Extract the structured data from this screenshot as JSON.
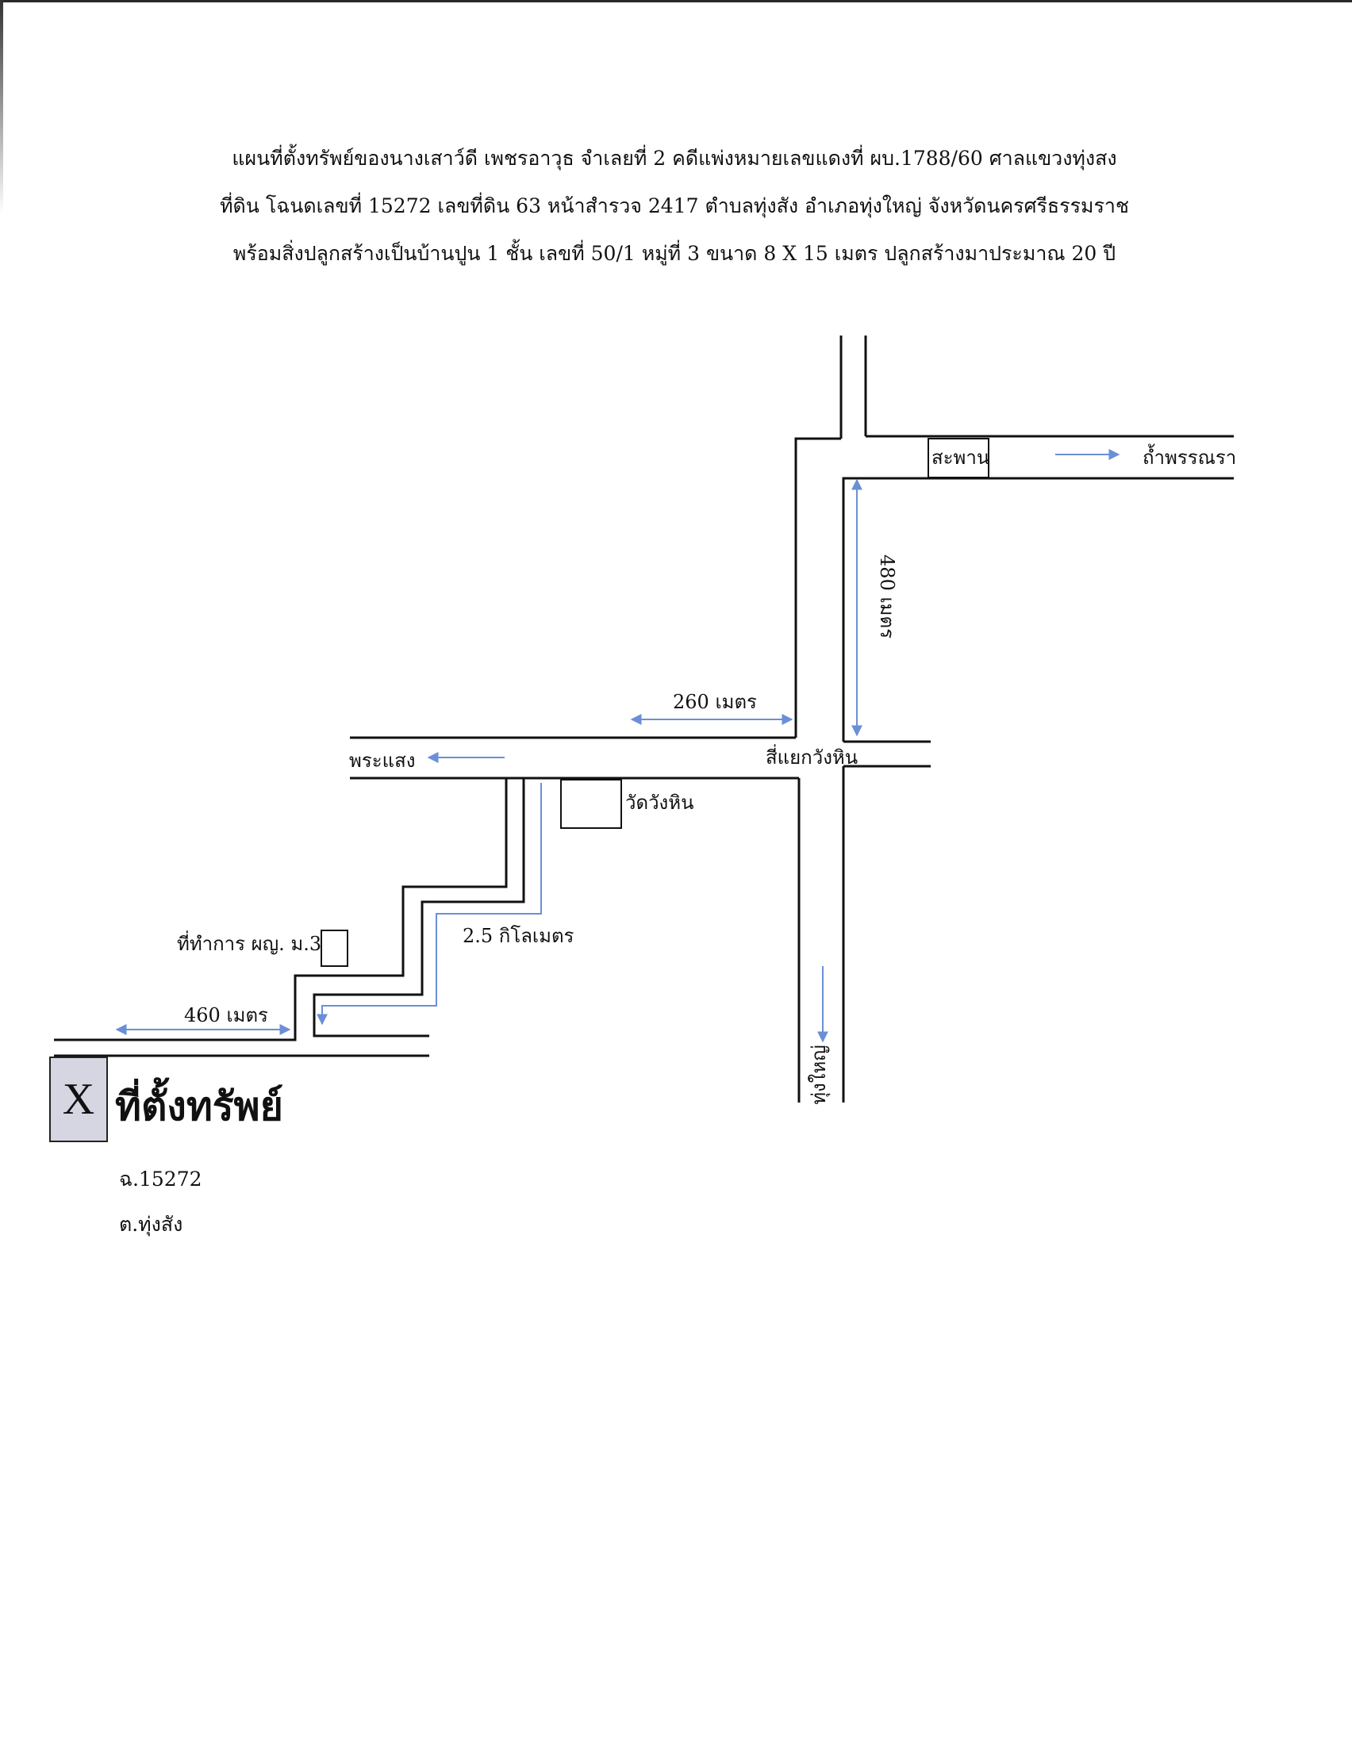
{
  "header": {
    "line1": "แผนที่ตั้งทรัพย์ของนางเสาว์ดี  เพชรอาวุธ  จำเลยที่ 2 คดีแพ่งหมายเลขแดงที่ ผบ.1788/60  ศาลแขวงทุ่งสง",
    "line2": "ที่ดิน โฉนดเลขที่ 15272  เลขที่ดิน 63 หน้าสำรวจ 2417  ตำบลทุ่งสัง  อำเภอทุ่งใหญ่  จังหวัดนครศรีธรรมราช",
    "line3": "พร้อมสิ่งปลูกสร้างเป็นบ้านปูน 1 ชั้น เลขที่ 50/1 หมู่ที่ 3  ขนาด 8 X 15 เมตร ปลูกสร้างมาประมาณ 20 ปี"
  },
  "map": {
    "bridge": "สะพาน",
    "dest_east": "ถ้ำพรรณรา",
    "dist_north": "480 เมตร",
    "dist_west": "260 เมตร",
    "dest_west": "พระแสง",
    "junction": "สี่แยกวังหิน",
    "temple": "วัดวังหิน",
    "office": "ที่ทำการ ผญ. ม.3",
    "dist_route": "2.5 กิโลเมตร",
    "dist_bottom": "460 เมตร",
    "dest_south": "ทุ่งใหญ่"
  },
  "legend": {
    "symbol": "X",
    "label": "ที่ตั้งทรัพย์"
  },
  "deed": {
    "number": "ฉ.15272",
    "subdistrict": "ต.ทุ่งสัง"
  },
  "colors": {
    "road": "#111111",
    "arrow": "#6b8fd6",
    "legend_fill": "#d6d6e2"
  }
}
